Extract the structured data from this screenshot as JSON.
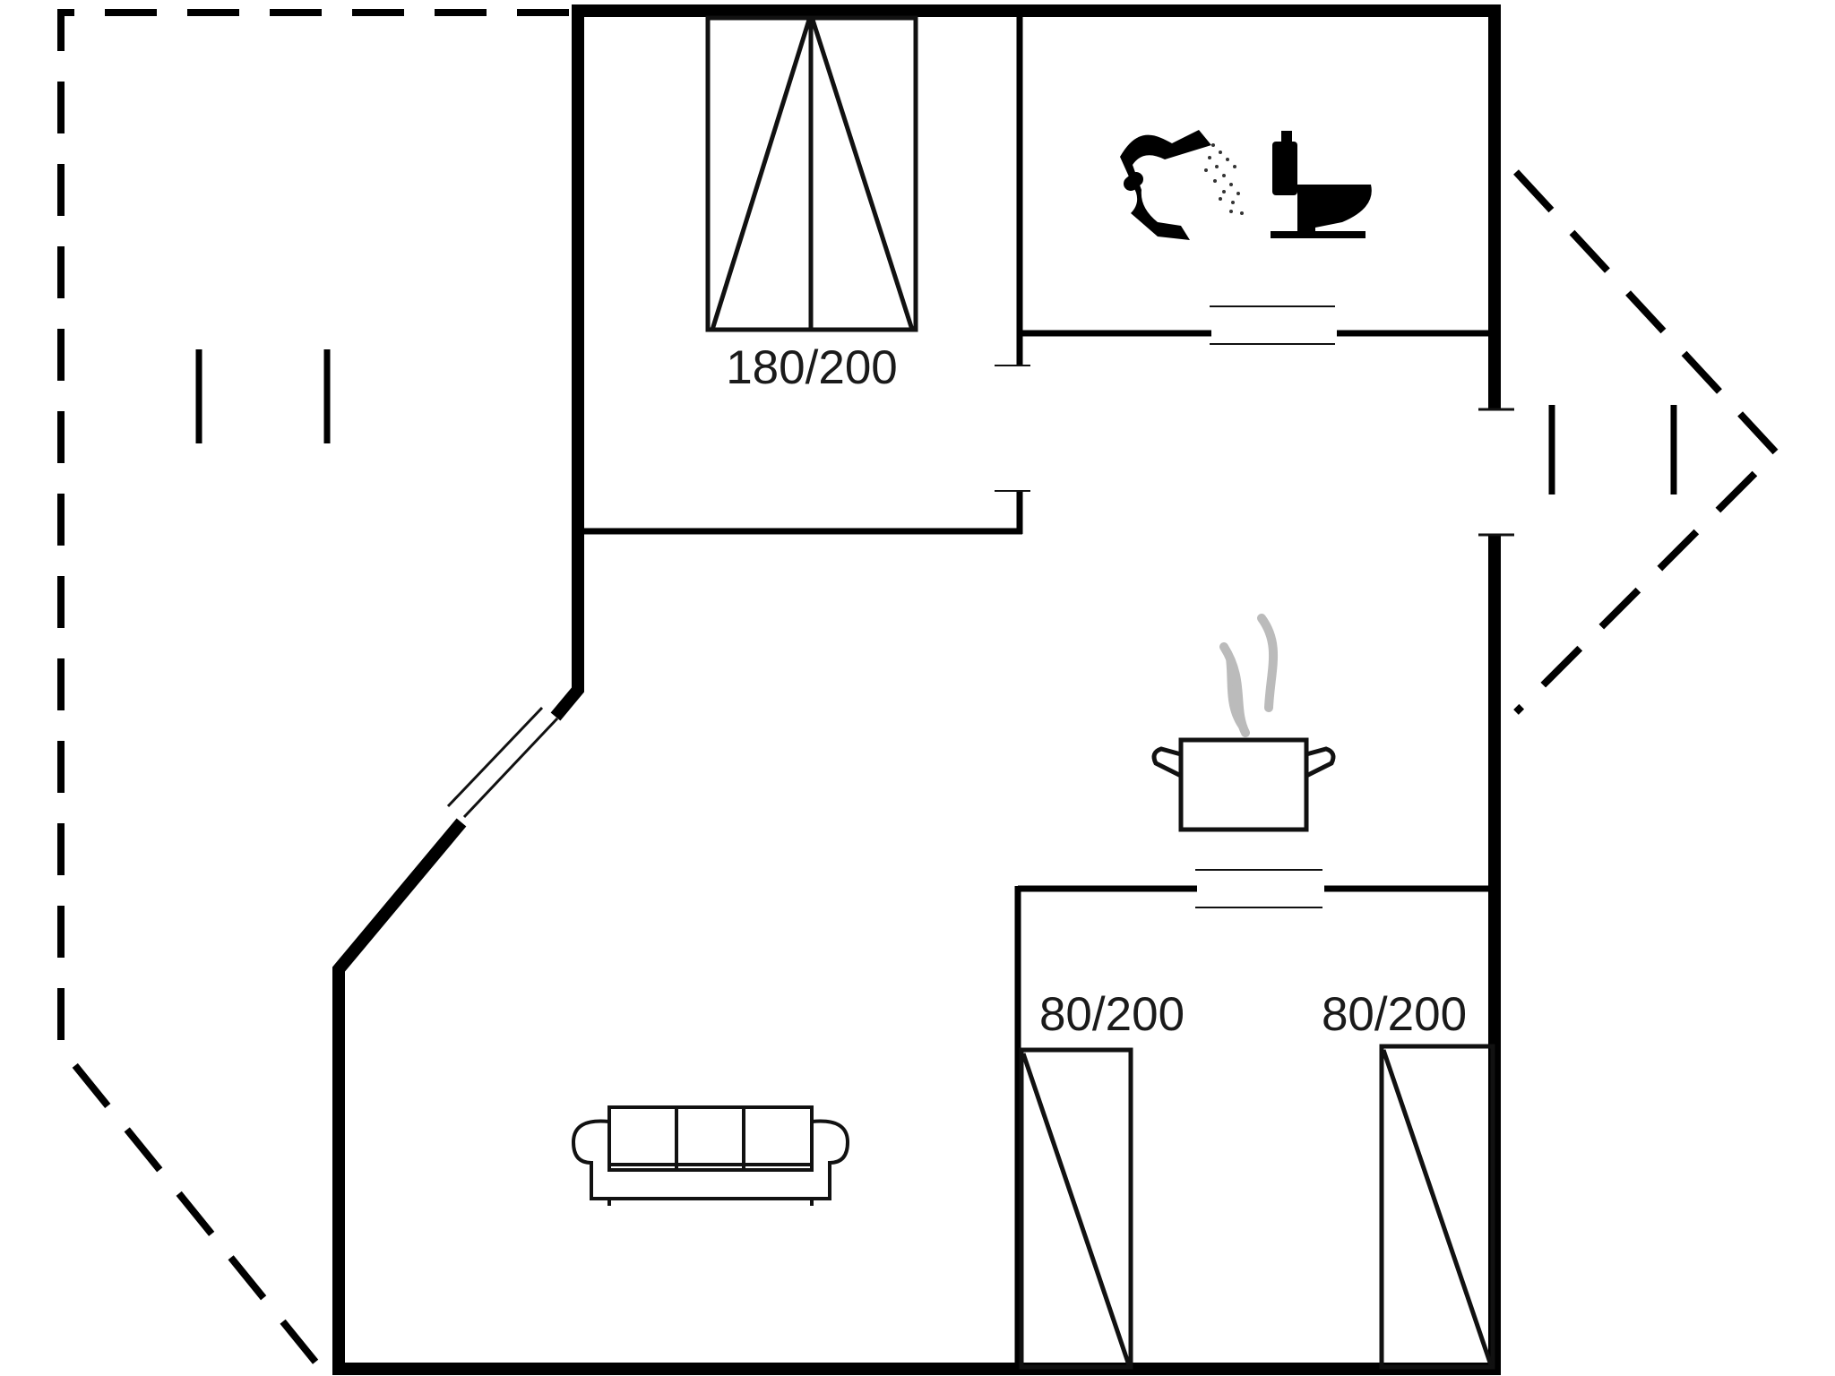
{
  "labels": {
    "double_bed": "180/200",
    "single_bed_left": "80/200",
    "single_bed_right": "80/200"
  },
  "colors": {
    "wall": "#000000",
    "line": "#111111",
    "steam": "#bbbbbb",
    "background": "#ffffff"
  },
  "icons": {
    "shower": "shower-icon",
    "toilet": "toilet-icon",
    "cooking_pot": "cooking-pot-icon",
    "sofa": "sofa-icon",
    "double_bed": "double-bed-icon",
    "single_bed": "single-bed-icon"
  }
}
